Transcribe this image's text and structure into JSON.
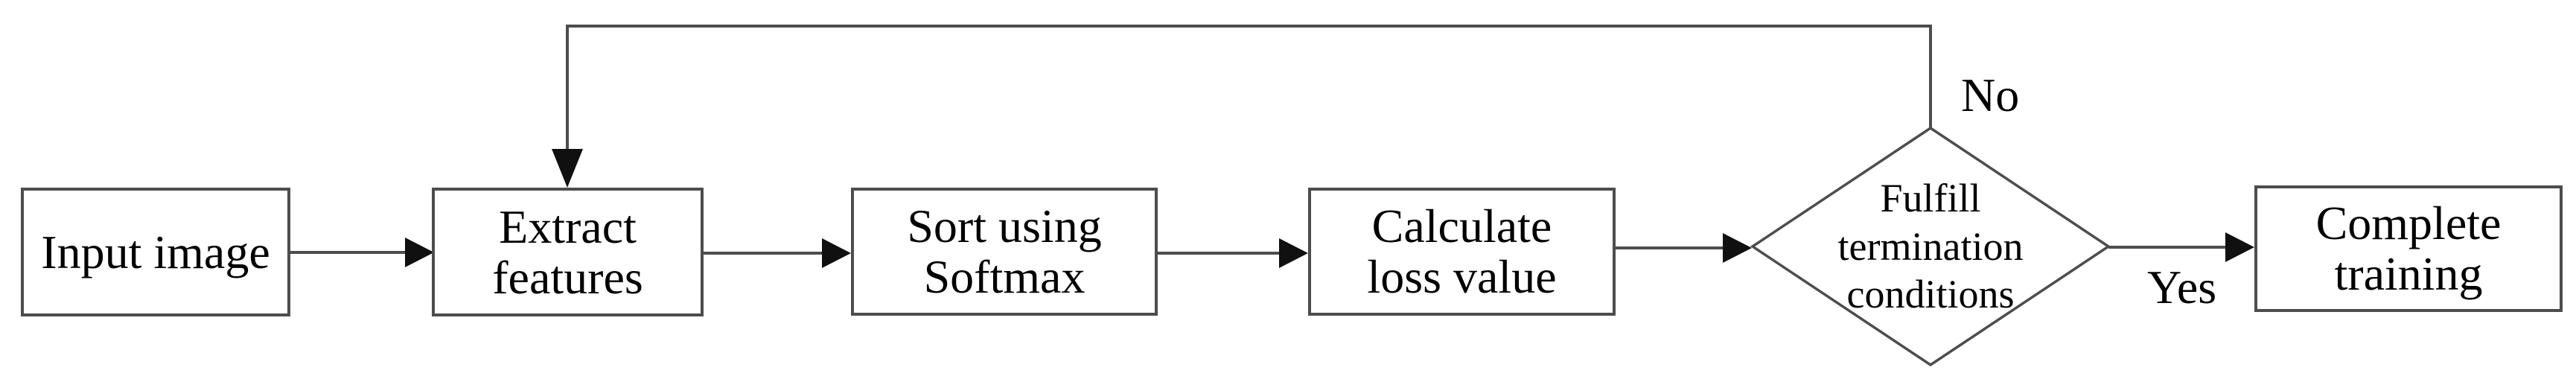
{
  "figure": {
    "type": "flowchart",
    "description": "Training loop flowchart"
  },
  "colors": {
    "line_color": "#4d4d4d",
    "arrow_color": "#101010",
    "text_color": "#000000",
    "canvas_bg": "#ffffff"
  },
  "nodes": [
    {
      "id": "input-image",
      "shape": "rectangle",
      "label": "Input image"
    },
    {
      "id": "extract-features",
      "shape": "rectangle",
      "label": "Extract\nfeatures"
    },
    {
      "id": "sort-using-softmax",
      "shape": "rectangle",
      "label": "Sort using\nSoftmax"
    },
    {
      "id": "calculate-loss-value",
      "shape": "rectangle",
      "label": "Calculate\nloss value"
    },
    {
      "id": "termination-decision",
      "shape": "diamond",
      "label": "Fulfill\ntermination\nconditions"
    },
    {
      "id": "complete-training",
      "shape": "rectangle",
      "label": "Complete\ntraining"
    }
  ],
  "edges": [
    {
      "from": "input-image",
      "to": "extract-features",
      "label": ""
    },
    {
      "from": "extract-features",
      "to": "sort-using-softmax",
      "label": ""
    },
    {
      "from": "sort-using-softmax",
      "to": "calculate-loss-value",
      "label": ""
    },
    {
      "from": "calculate-loss-value",
      "to": "termination-decision",
      "label": ""
    },
    {
      "from": "termination-decision",
      "to": "complete-training",
      "label": "Yes"
    },
    {
      "from": "termination-decision",
      "to": "extract-features",
      "label": "No"
    }
  ]
}
